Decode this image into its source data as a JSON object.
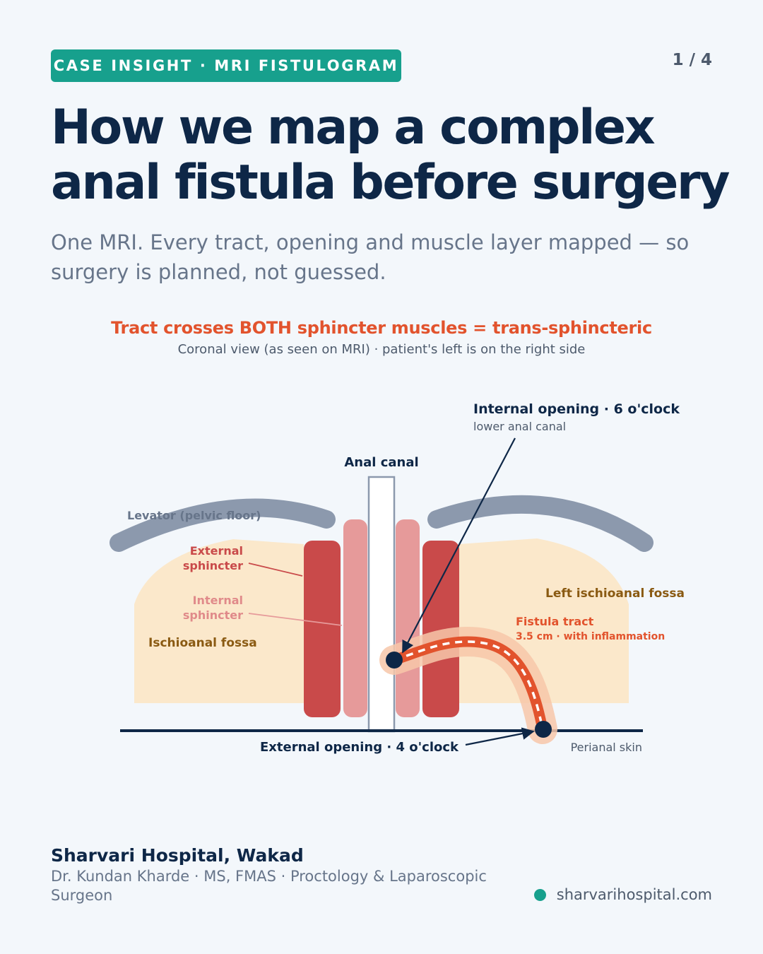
{
  "badge": "CASE INSIGHT · MRI FISTULOGRAM",
  "page_counter": "1 / 4",
  "headline": {
    "line1": "How we map a complex",
    "line2": "anal fistula before surgery"
  },
  "subhead": "One MRI. Every tract, opening and muscle layer mapped — so surgery is planned, not guessed.",
  "diagram": {
    "title": "Tract crosses BOTH sphincter muscles = trans-sphincteric",
    "caption": "Coronal view (as seen on MRI) · patient's left is on the right side",
    "labels": {
      "internal_opening": "Internal opening · 6 o'clock",
      "internal_opening_sub": "lower anal canal",
      "anal_canal": "Anal canal",
      "levator": "Levator (pelvic floor)",
      "external_sphincter_1": "External",
      "external_sphincter_2": "sphincter",
      "internal_sphincter_1": "Internal",
      "internal_sphincter_2": "sphincter",
      "ischioanal_fossa": "Ischioanal fossa",
      "left_ischioanal_fossa": "Left ischioanal fossa",
      "fistula_tract": "Fistula tract",
      "fistula_tract_sub": "3.5 cm · with inflammation",
      "external_opening": "External opening · 4 o'clock",
      "perianal_skin": "Perianal skin"
    },
    "colors": {
      "navy": "#0e2747",
      "fossa": "#fbe8cb",
      "fossa_text": "#8a5a12",
      "external_sphincter": "#c94a4a",
      "internal_sphincter": "#e69a9a",
      "levator": "#8c99ad",
      "tract": "#e2532d",
      "tract_halo": "#f7c7a9"
    }
  },
  "footer": {
    "hospital": "Sharvari Hospital, Wakad",
    "doctor": "Dr. Kundan Kharde · MS, FMAS · Proctology & Laparoscopic Surgeon",
    "website": "sharvarihospital.com"
  }
}
